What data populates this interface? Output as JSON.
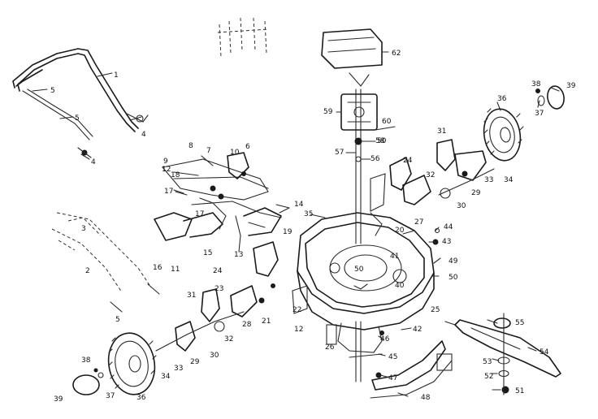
{
  "diagram": {
    "callouts": [
      {
        "id": "c1",
        "text": "1"
      },
      {
        "id": "c2",
        "text": "2"
      },
      {
        "id": "c3",
        "text": "3"
      },
      {
        "id": "c4a",
        "text": "4"
      },
      {
        "id": "c4b",
        "text": "4"
      },
      {
        "id": "c5a",
        "text": "5"
      },
      {
        "id": "c5b",
        "text": "5"
      },
      {
        "id": "c5c",
        "text": "5"
      },
      {
        "id": "c6",
        "text": "6"
      },
      {
        "id": "c7",
        "text": "7"
      },
      {
        "id": "c8",
        "text": "8"
      },
      {
        "id": "c9",
        "text": "9"
      },
      {
        "id": "c10",
        "text": "10"
      },
      {
        "id": "c11",
        "text": "11"
      },
      {
        "id": "c12a",
        "text": "12"
      },
      {
        "id": "c12b",
        "text": "12"
      },
      {
        "id": "c13",
        "text": "13"
      },
      {
        "id": "c14",
        "text": "14"
      },
      {
        "id": "c15",
        "text": "15"
      },
      {
        "id": "c16",
        "text": "16"
      },
      {
        "id": "c17a",
        "text": "17"
      },
      {
        "id": "c17b",
        "text": "17"
      },
      {
        "id": "c18",
        "text": "18"
      },
      {
        "id": "c19",
        "text": "19"
      },
      {
        "id": "c20",
        "text": "20"
      },
      {
        "id": "c21",
        "text": "21"
      },
      {
        "id": "c22",
        "text": "22"
      },
      {
        "id": "c23",
        "text": "23"
      },
      {
        "id": "c24a",
        "text": "24"
      },
      {
        "id": "c24b",
        "text": "24"
      },
      {
        "id": "c25",
        "text": "25"
      },
      {
        "id": "c26",
        "text": "26"
      },
      {
        "id": "c27",
        "text": "27"
      },
      {
        "id": "c28",
        "text": "28"
      },
      {
        "id": "c29a",
        "text": "29"
      },
      {
        "id": "c29b",
        "text": "29"
      },
      {
        "id": "c30a",
        "text": "30"
      },
      {
        "id": "c30b",
        "text": "30"
      },
      {
        "id": "c31a",
        "text": "31"
      },
      {
        "id": "c31b",
        "text": "31"
      },
      {
        "id": "c32a",
        "text": "32"
      },
      {
        "id": "c32b",
        "text": "32"
      },
      {
        "id": "c33a",
        "text": "33"
      },
      {
        "id": "c33b",
        "text": "33"
      },
      {
        "id": "c34a",
        "text": "34"
      },
      {
        "id": "c34b",
        "text": "34"
      },
      {
        "id": "c35",
        "text": "35"
      },
      {
        "id": "c36a",
        "text": "36"
      },
      {
        "id": "c36b",
        "text": "36"
      },
      {
        "id": "c37a",
        "text": "37"
      },
      {
        "id": "c37b",
        "text": "37"
      },
      {
        "id": "c38a",
        "text": "38"
      },
      {
        "id": "c38b",
        "text": "38"
      },
      {
        "id": "c39a",
        "text": "39"
      },
      {
        "id": "c39b",
        "text": "39"
      },
      {
        "id": "c40",
        "text": "40"
      },
      {
        "id": "c41",
        "text": "41"
      },
      {
        "id": "c42",
        "text": "42"
      },
      {
        "id": "c43",
        "text": "43"
      },
      {
        "id": "c44",
        "text": "44"
      },
      {
        "id": "c45",
        "text": "45"
      },
      {
        "id": "c46",
        "text": "46"
      },
      {
        "id": "c47",
        "text": "47"
      },
      {
        "id": "c48",
        "text": "48"
      },
      {
        "id": "c49",
        "text": "49"
      },
      {
        "id": "c50a",
        "text": "50"
      },
      {
        "id": "c50b",
        "text": "50"
      },
      {
        "id": "c50c",
        "text": "50"
      },
      {
        "id": "c51",
        "text": "51"
      },
      {
        "id": "c52",
        "text": "52"
      },
      {
        "id": "c53",
        "text": "53"
      },
      {
        "id": "c54",
        "text": "54"
      },
      {
        "id": "c55",
        "text": "55"
      },
      {
        "id": "c56",
        "text": "56"
      },
      {
        "id": "c57",
        "text": "57"
      },
      {
        "id": "c58",
        "text": "58"
      },
      {
        "id": "c59",
        "text": "59"
      },
      {
        "id": "c60",
        "text": "60"
      },
      {
        "id": "c62",
        "text": "62"
      }
    ]
  }
}
